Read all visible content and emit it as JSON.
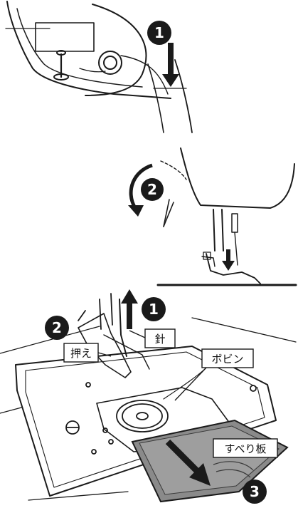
{
  "panel_top": {
    "step_1": "1"
  },
  "panel_middle": {
    "step_2": "2"
  },
  "panel_bottom": {
    "step_1": "1",
    "step_2": "2",
    "step_3": "3",
    "labels": {
      "needle": "針",
      "presser_foot": "押え",
      "bobbin": "ボビン",
      "slide_plate": "すべり板"
    }
  },
  "colors": {
    "line": "#1a1a1a",
    "badge": "#1a1a1a",
    "slide_plate_fill": "#8a8a8a",
    "arrow": "#1a1a1a"
  }
}
